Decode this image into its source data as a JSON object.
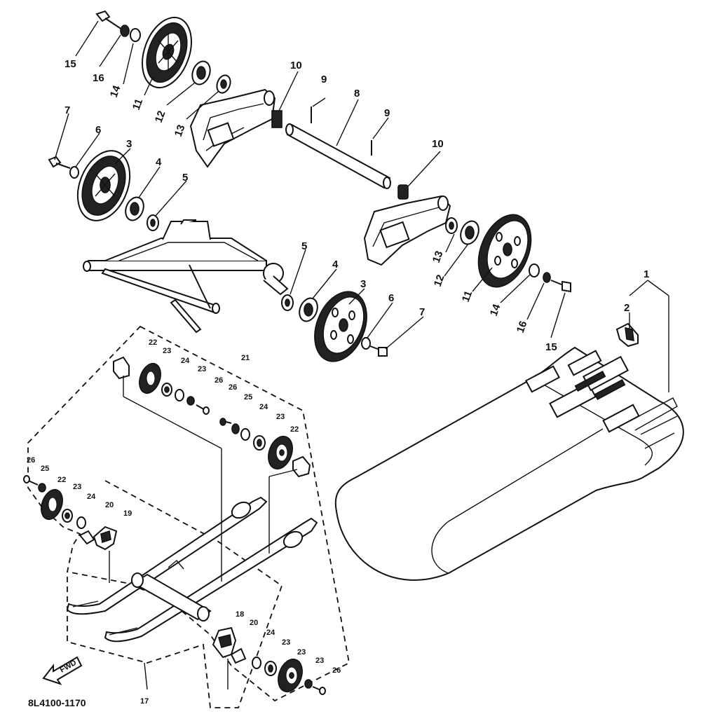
{
  "diagram": {
    "code": "8L4100-1170",
    "fwd_label": "FWD",
    "callouts": {
      "c1": "1",
      "c2": "2",
      "c3a": "3",
      "c3b": "3",
      "c4a": "4",
      "c4b": "4",
      "c5a": "5",
      "c5b": "5",
      "c6a": "6",
      "c6b": "6",
      "c7a": "7",
      "c7b": "7",
      "c8": "8",
      "c9a": "9",
      "c9b": "9",
      "c10a": "10",
      "c10b": "10",
      "c11a": "11",
      "c11b": "11",
      "c12a": "12",
      "c12b": "12",
      "c13a": "13",
      "c13b": "13",
      "c14a": "14",
      "c14b": "14",
      "c15a": "15",
      "c15b": "15",
      "c16a": "16",
      "c16b": "16",
      "c17": "17",
      "c18": "18",
      "c19": "19",
      "c20a": "20",
      "c20b": "20",
      "c21": "21",
      "c22a": "22",
      "c22b": "22",
      "c22c": "22",
      "c23a": "23",
      "c23b": "23",
      "c23c": "23",
      "c23d": "23",
      "c23e": "23",
      "c23f": "23",
      "c23g": "23",
      "c24a": "24",
      "c24b": "24",
      "c24c": "24",
      "c24d": "24",
      "c25a": "25",
      "c25b": "25",
      "c26a": "26",
      "c26b": "26",
      "c26c": "26"
    }
  }
}
